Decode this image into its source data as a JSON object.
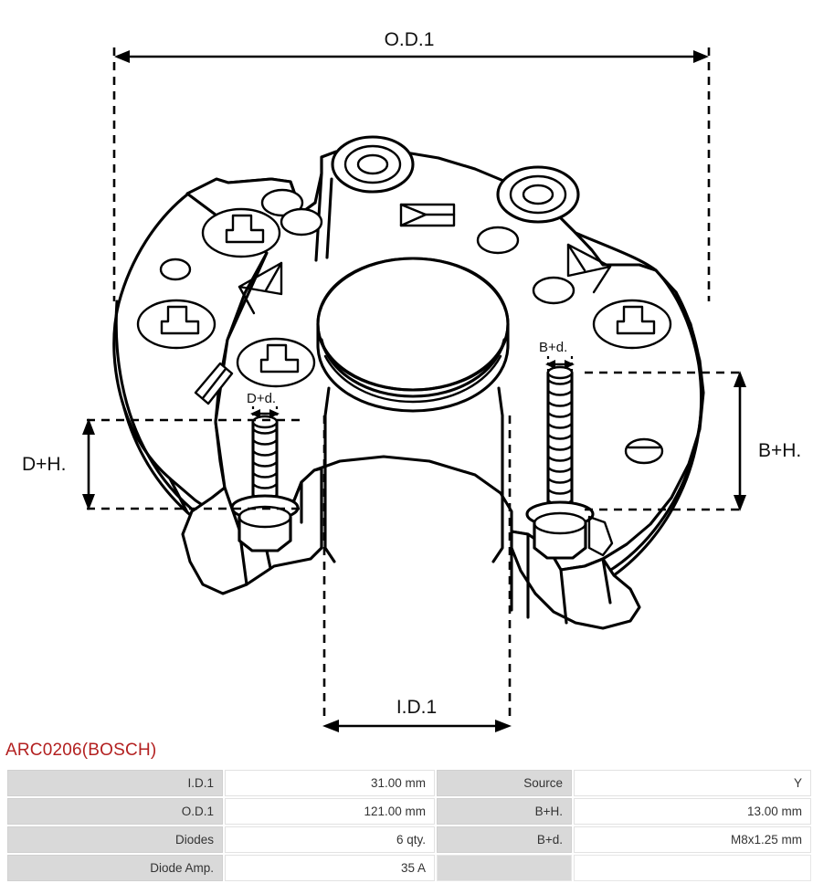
{
  "part": {
    "title": "ARC0206(BOSCH)"
  },
  "drawing": {
    "dimensions": {
      "od1": "O.D.1",
      "id1": "I.D.1",
      "d_plus_h": "D+H.",
      "d_plus_d": "D+d.",
      "b_plus_h": "B+H.",
      "b_plus_d": "B+d."
    }
  },
  "spec_table": {
    "rows": [
      {
        "left_label": "I.D.1",
        "left_value": "31.00 mm",
        "right_label": "Source",
        "right_value": "Y"
      },
      {
        "left_label": "O.D.1",
        "left_value": "121.00 mm",
        "right_label": "B+H.",
        "right_value": "13.00 mm"
      },
      {
        "left_label": "Diodes",
        "left_value": "6 qty.",
        "right_label": "B+d.",
        "right_value": "M8x1.25 mm"
      },
      {
        "left_label": "Diode Amp.",
        "left_value": "35 A",
        "right_label": "",
        "right_value": ""
      }
    ]
  },
  "colors": {
    "title": "#b32020",
    "label_cell_bg": "#d9d9d9",
    "line": "#000000"
  }
}
